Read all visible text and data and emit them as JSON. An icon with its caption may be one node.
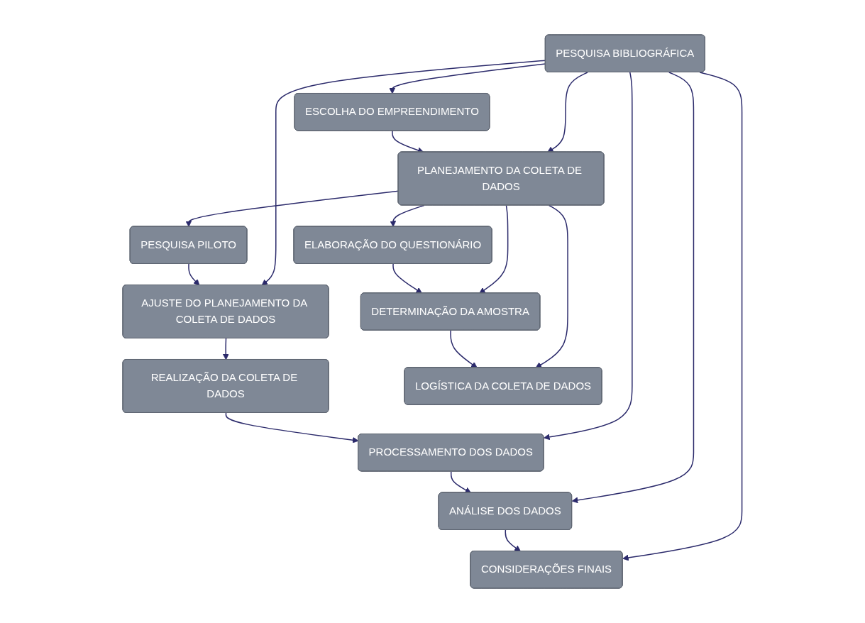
{
  "diagram": {
    "nodes": [
      {
        "text": [
          "PESQUISA BIBLIOGRÁFICA"
        ]
      },
      {
        "text": [
          "ESCOLHA DO EMPREENDIMENTO"
        ]
      },
      {
        "text": [
          "PLANEJAMENTO DA COLETA DE DADOS"
        ]
      },
      {
        "text": [
          "PESQUISA PILOTO"
        ]
      },
      {
        "text": [
          "AJUSTE DO PLANEJAMENTO DA COLETA DE DADOS"
        ]
      },
      {
        "text": [
          "REALIZAÇÃO DA COLETA DE DADOS"
        ]
      },
      {
        "text": [
          "PROCESSAMENTO DOS DADOS"
        ]
      },
      {
        "text": [
          "ANÁLISE DOS DADOS"
        ]
      },
      {
        "text": [
          "CONSIDERAÇÕES FINAIS"
        ]
      },
      {
        "text": [
          "ELABORAÇÃO DO QUESTIONÁRIO"
        ]
      },
      {
        "text": [
          "DETERMINAÇÃO DA AMOSTRA"
        ]
      },
      {
        "text": [
          "LOGÍSTICA DA COLETA DE DADOS"
        ]
      }
    ],
    "edges": [
      {
        "from": 0,
        "to": 1,
        "arrow": "to"
      },
      {
        "from": 0,
        "to": 2,
        "arrow": "to"
      },
      {
        "from": 0,
        "to": 4,
        "arrow": "to"
      },
      {
        "from": 0,
        "to": 6,
        "arrow": "to"
      },
      {
        "from": 0,
        "to": 7,
        "arrow": "to"
      },
      {
        "from": 0,
        "to": 8,
        "arrow": "to"
      },
      {
        "from": 1,
        "to": 2,
        "arrow": "to"
      },
      {
        "from": 2,
        "to": 3,
        "arrow": "to"
      },
      {
        "from": 3,
        "to": 4,
        "arrow": "to"
      },
      {
        "from": 4,
        "to": 5,
        "arrow": "to"
      },
      {
        "from": 5,
        "to": 6,
        "arrow": "to"
      },
      {
        "from": 6,
        "to": 7,
        "arrow": "to"
      },
      {
        "from": 7,
        "to": 8,
        "arrow": "to"
      },
      {
        "from": 2,
        "to": 9,
        "arrow": "to"
      },
      {
        "from": 2,
        "to": 10,
        "arrow": "to"
      },
      {
        "from": 2,
        "to": 11,
        "arrow": "to"
      },
      {
        "from": 9,
        "to": 10,
        "arrow": "to"
      },
      {
        "from": 10,
        "to": 11,
        "arrow": "to"
      }
    ]
  }
}
